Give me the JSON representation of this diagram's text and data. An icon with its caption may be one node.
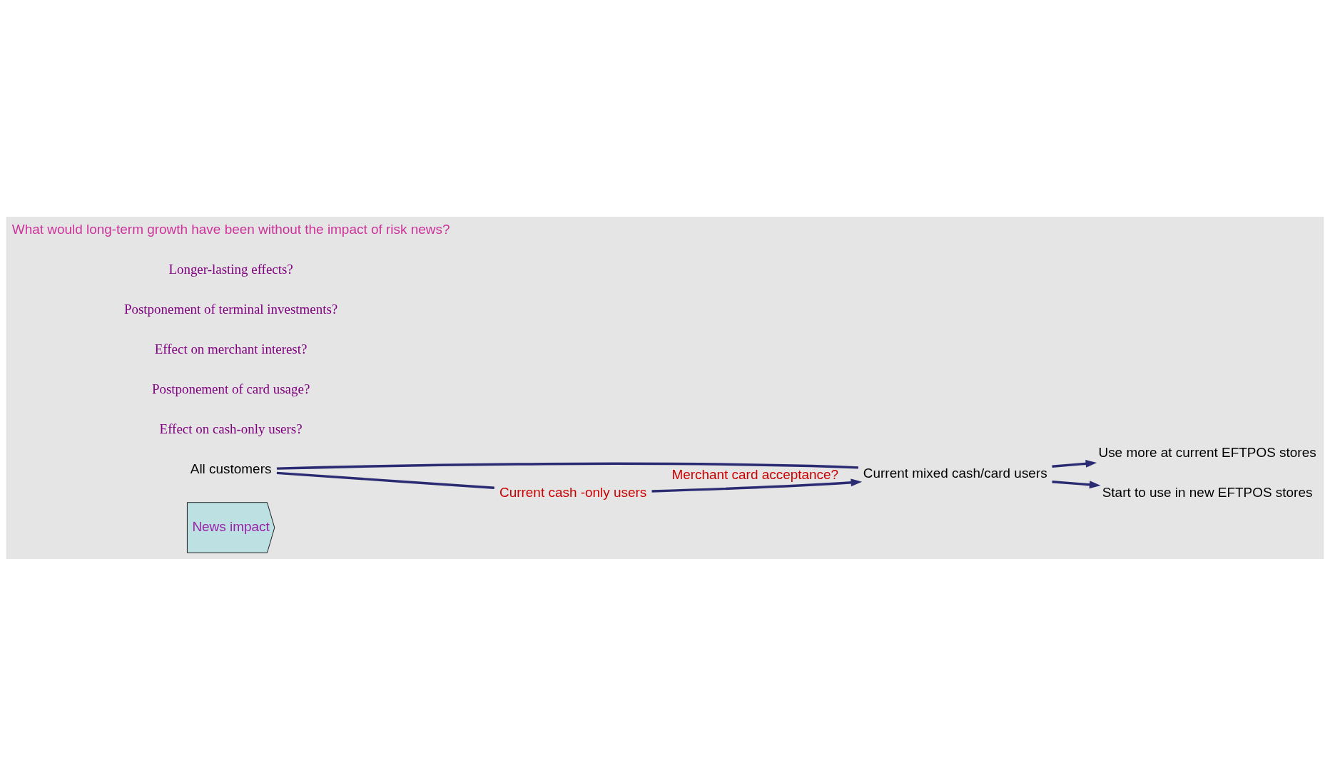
{
  "diagram": {
    "nodes": [
      {
        "text": [
          "News impact"
        ]
      },
      {
        "text": [
          "All customers"
        ]
      },
      {
        "text": [
          "Current mixed cash/card users"
        ]
      },
      {
        "text": [
          "Current cash -only users"
        ]
      },
      {
        "text": [
          "Use more at current EFTPOS stores"
        ]
      },
      {
        "text": [
          "Start to use in new EFTPOS stores"
        ]
      }
    ],
    "edges": [
      {
        "from": 1,
        "to": 2,
        "arrow": "none"
      },
      {
        "from": 1,
        "to": 3,
        "arrow": "none"
      },
      {
        "from": 2,
        "to": 4,
        "arrow": "to"
      },
      {
        "from": 2,
        "to": 5,
        "arrow": "to"
      },
      {
        "from": 3,
        "to": 2,
        "arrow": "to",
        "label": "Merchant card acceptance?"
      }
    ],
    "labels": [
      "Effect on cash-only users?",
      "Postponement of card usage?",
      "Effect on merchant interest?",
      "Postponement of terminal investments?",
      "Longer-lasting effects?",
      "What would long-term growth have been without the impact of risk news?"
    ]
  }
}
